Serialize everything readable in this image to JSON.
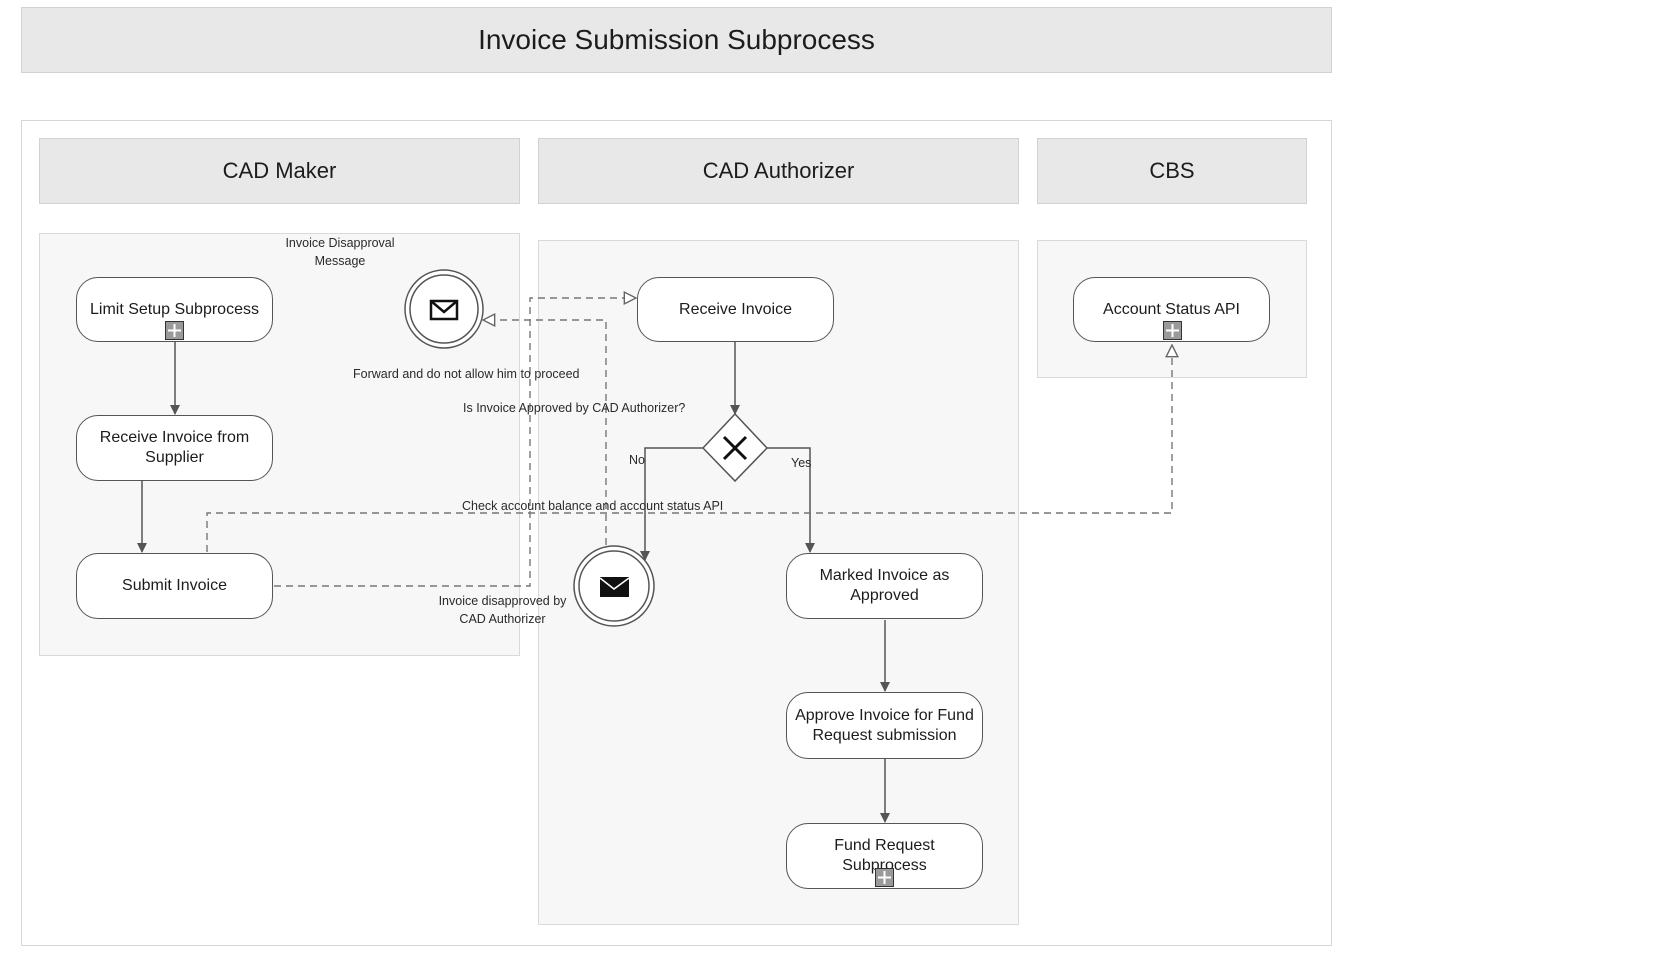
{
  "diagram": {
    "title": "Invoice Submission Subprocess",
    "lanes": [
      {
        "name": "CAD Maker"
      },
      {
        "name": "CAD Authorizer"
      },
      {
        "name": "CBS"
      }
    ],
    "tasks": {
      "limit_setup": "Limit Setup Subprocess",
      "receive_from_supplier": "Receive Invoice from Supplier",
      "submit_invoice": "Submit Invoice",
      "receive_invoice": "Receive Invoice",
      "marked_approved": "Marked Invoice as Approved",
      "approve_for_fund": "Approve Invoice for Fund Request submission",
      "fund_request": "Fund Request Subprocess",
      "account_status_api": "Account Status API"
    },
    "labels": {
      "disapproval_message_line1": "Invoice Disapproval",
      "disapproval_message_line2": "Message",
      "forward_note": "Forward and do not allow him to proceed",
      "gateway_question": "Is Invoice Approved by CAD Authorizer?",
      "no": "No",
      "yes": "Yes",
      "check_account": "Check account balance and account status API",
      "disapproved_by_line1": "Invoice disapproved by",
      "disapproved_by_line2": "CAD Authorizer"
    },
    "colors": {
      "lane_header_fill": "#e8e8e8",
      "lane_body_fill": "#f7f7f7",
      "stroke": "#555555"
    },
    "icons": [
      "envelope-icon",
      "envelope-filled-icon",
      "subprocess-marker-icon",
      "exclusive-gateway-icon"
    ]
  }
}
